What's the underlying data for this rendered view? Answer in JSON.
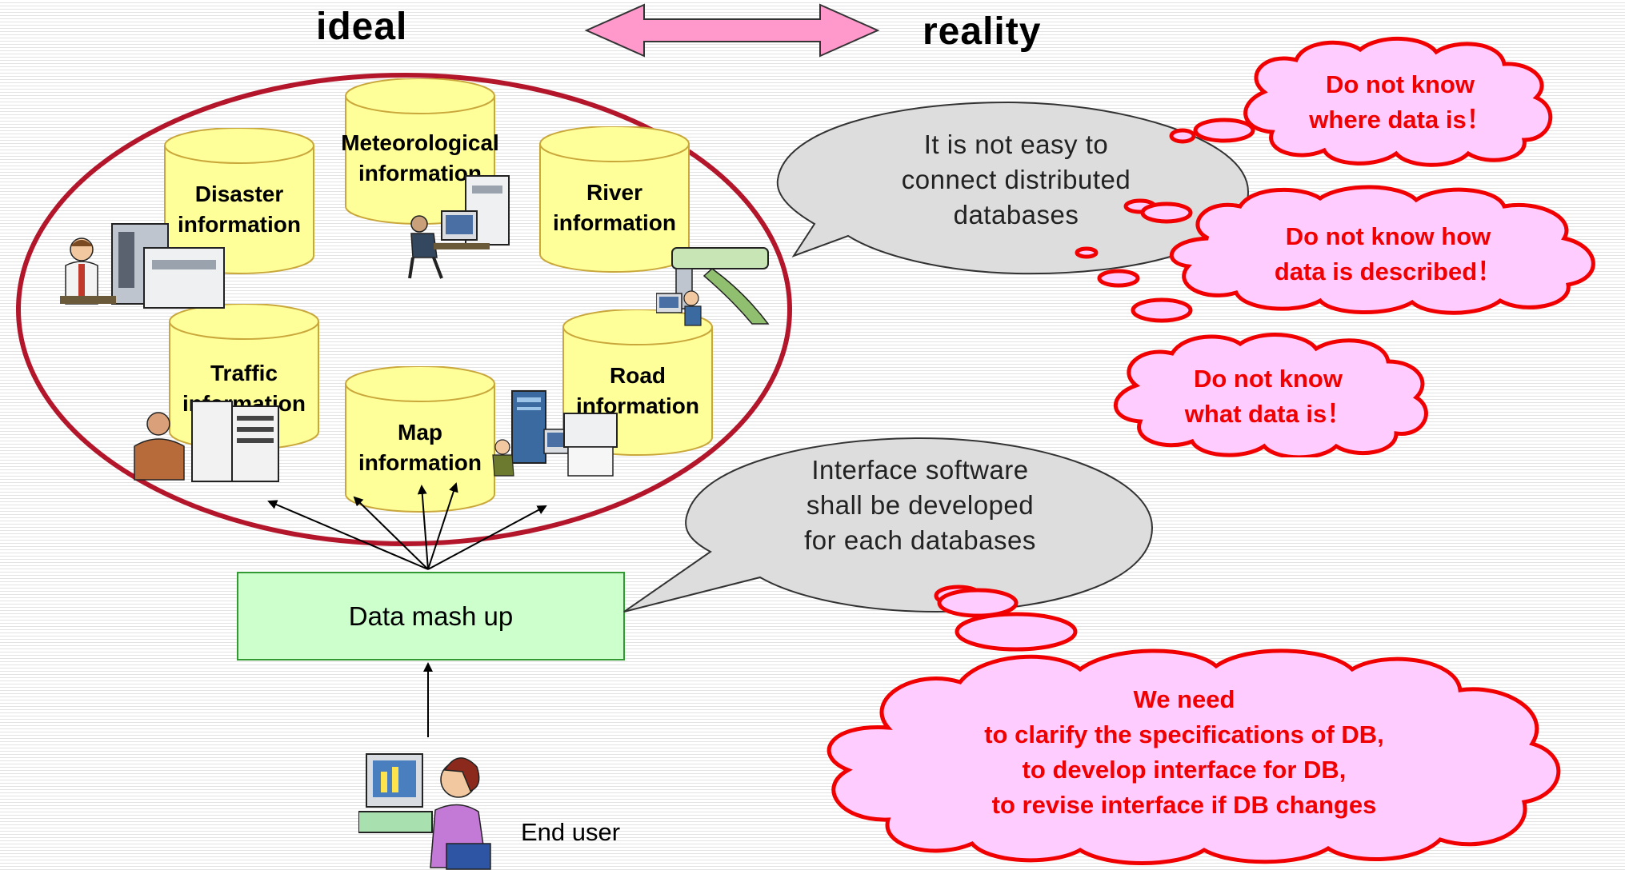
{
  "header": {
    "left": "ideal",
    "right": "reality"
  },
  "databases": [
    {
      "key": "meteorological",
      "line1": "Meteorological",
      "line2": "information"
    },
    {
      "key": "disaster",
      "line1": "Disaster",
      "line2": "information"
    },
    {
      "key": "river",
      "line1": "River",
      "line2": "information"
    },
    {
      "key": "traffic",
      "line1": "Traffic",
      "line2": "information"
    },
    {
      "key": "map",
      "line1": "Map",
      "line2": "information"
    },
    {
      "key": "road",
      "line1": "Road",
      "line2": "information"
    }
  ],
  "mashup_label": "Data mash up",
  "end_user_label": "End user",
  "speech_bubbles": {
    "top": [
      "It is not easy to",
      "connect distributed",
      "databases"
    ],
    "bottom": [
      "Interface software",
      "shall be developed",
      "for each databases"
    ]
  },
  "clouds": {
    "where": [
      "Do not know",
      "where data is！"
    ],
    "how": [
      "Do not know how",
      "data is described！"
    ],
    "what": [
      "Do not know",
      "what data is！"
    ],
    "need": [
      "We need",
      "to clarify the specifications of DB,",
      "to develop interface for DB,",
      "to revise interface if DB changes"
    ]
  },
  "colors": {
    "ellipse": "#b3162b",
    "cylinder_fill": "#ffff99",
    "cloud_fill": "#ffccff",
    "cloud_stroke": "#f00000",
    "cloud_text": "#f00000",
    "mashup_fill": "#ccffcc",
    "bubble_fill": "#dddddd",
    "arrow_fill": "#ff99cc"
  }
}
